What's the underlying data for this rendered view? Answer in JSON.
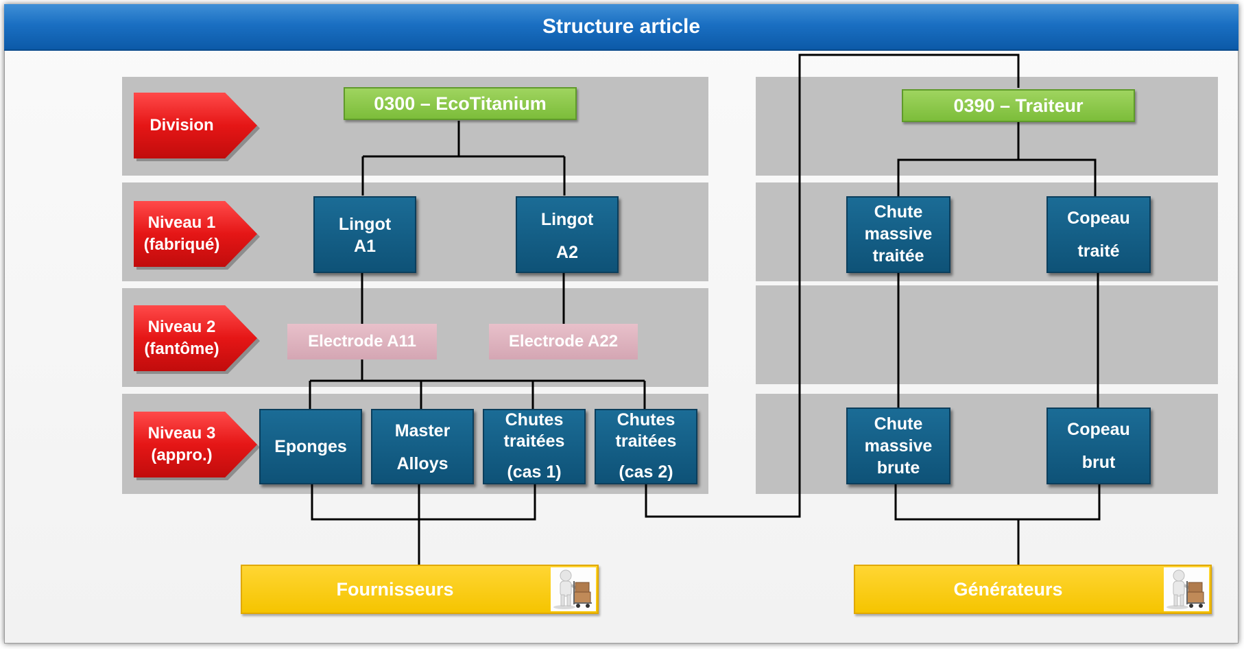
{
  "title": "Structure article",
  "levels": {
    "division": "Division",
    "niveau1": "Niveau 1\n(fabriqué)",
    "niveau2": "Niveau 2\n(fantôme)",
    "niveau3": "Niveau 3\n(appro.)"
  },
  "left": {
    "division": "0300 – EcoTitanium",
    "lingot_a1": [
      "Lingot",
      "A1"
    ],
    "lingot_a2": [
      "Lingot",
      "A2"
    ],
    "electrode_a11": "Electrode A11",
    "electrode_a22": "Electrode A22",
    "eponges": "Eponges",
    "master_alloys": [
      "Master",
      "Alloys"
    ],
    "chutes_cas1": [
      "Chutes",
      "traitées",
      "(cas 1)"
    ],
    "chutes_cas2": [
      "Chutes",
      "traitées",
      "(cas 2)"
    ],
    "fournisseurs": "Fournisseurs"
  },
  "right": {
    "division": "0390 – Traiteur",
    "chute_traitee": [
      "Chute",
      "massive",
      "traitée"
    ],
    "copeau_traite": [
      "Copeau",
      "traité"
    ],
    "chute_brute": [
      "Chute",
      "massive",
      "brute"
    ],
    "copeau_brut": [
      "Copeau",
      "brut"
    ],
    "generateurs": "Générateurs"
  },
  "icons": {
    "supplier": "delivery-person-icon",
    "generator": "delivery-person-icon"
  },
  "colors": {
    "title_bar": "#1a6fc2",
    "level_arrow": "#e51616",
    "division_box": "#7cbd3a",
    "item_box": "#0e5277",
    "phantom_box": "#d4a6b3",
    "source_box": "#f5c400"
  }
}
